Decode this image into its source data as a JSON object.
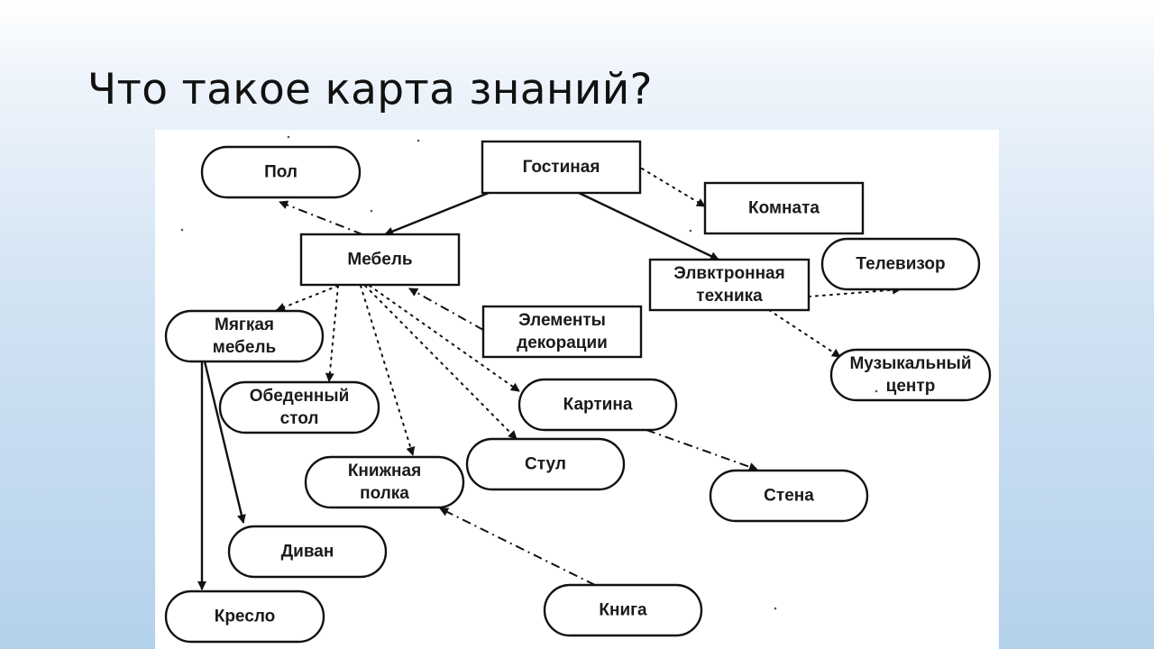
{
  "slide": {
    "title": "Что такое карта знаний?"
  },
  "diagram": {
    "nodes": {
      "pol": [
        "Пол"
      ],
      "gostinaya": [
        "Гостиная"
      ],
      "komnata": [
        "Комната"
      ],
      "mebel": [
        "Мебель"
      ],
      "elektronnaya": [
        "Элвктронная",
        "техника"
      ],
      "televizor": [
        "Телевизор"
      ],
      "myagkaya": [
        "Мягкая",
        "мебель"
      ],
      "elementy": [
        "Элементы",
        "декорации"
      ],
      "muzykalny": [
        "Музыкальный",
        "центр"
      ],
      "obedenny": [
        "Обеденный",
        "стол"
      ],
      "kartina": [
        "Картина"
      ],
      "knizhnaya": [
        "Книжная",
        "полка"
      ],
      "stul": [
        "Стул"
      ],
      "stena": [
        "Стена"
      ],
      "divan": [
        "Диван"
      ],
      "kreslo": [
        "Кресло"
      ],
      "kniga": [
        "Книга"
      ]
    },
    "edges": [
      {
        "from": "gostinaya",
        "to": "mebel",
        "style": "solid"
      },
      {
        "from": "gostinaya",
        "to": "elektronnaya",
        "style": "solid"
      },
      {
        "from": "gostinaya",
        "to": "komnata",
        "style": "dotted"
      },
      {
        "from": "mebel",
        "to": "pol",
        "style": "dashdot"
      },
      {
        "from": "mebel",
        "to": "myagkaya",
        "style": "dotted"
      },
      {
        "from": "mebel",
        "to": "obedenny",
        "style": "dotted"
      },
      {
        "from": "mebel",
        "to": "knizhnaya",
        "style": "dotted"
      },
      {
        "from": "mebel",
        "to": "stul",
        "style": "dotted"
      },
      {
        "from": "mebel",
        "to": "kartina",
        "style": "dotted"
      },
      {
        "from": "elementy",
        "to": "mebel",
        "style": "dashdot"
      },
      {
        "from": "elektronnaya",
        "to": "televizor",
        "style": "dotted"
      },
      {
        "from": "elektronnaya",
        "to": "muzykalny",
        "style": "dotted"
      },
      {
        "from": "myagkaya",
        "to": "divan",
        "style": "solid"
      },
      {
        "from": "myagkaya",
        "to": "kreslo",
        "style": "solid"
      },
      {
        "from": "kartina",
        "to": "stena",
        "style": "dashdot"
      },
      {
        "from": "kniga",
        "to": "knizhnaya",
        "style": "dashdot"
      }
    ]
  }
}
